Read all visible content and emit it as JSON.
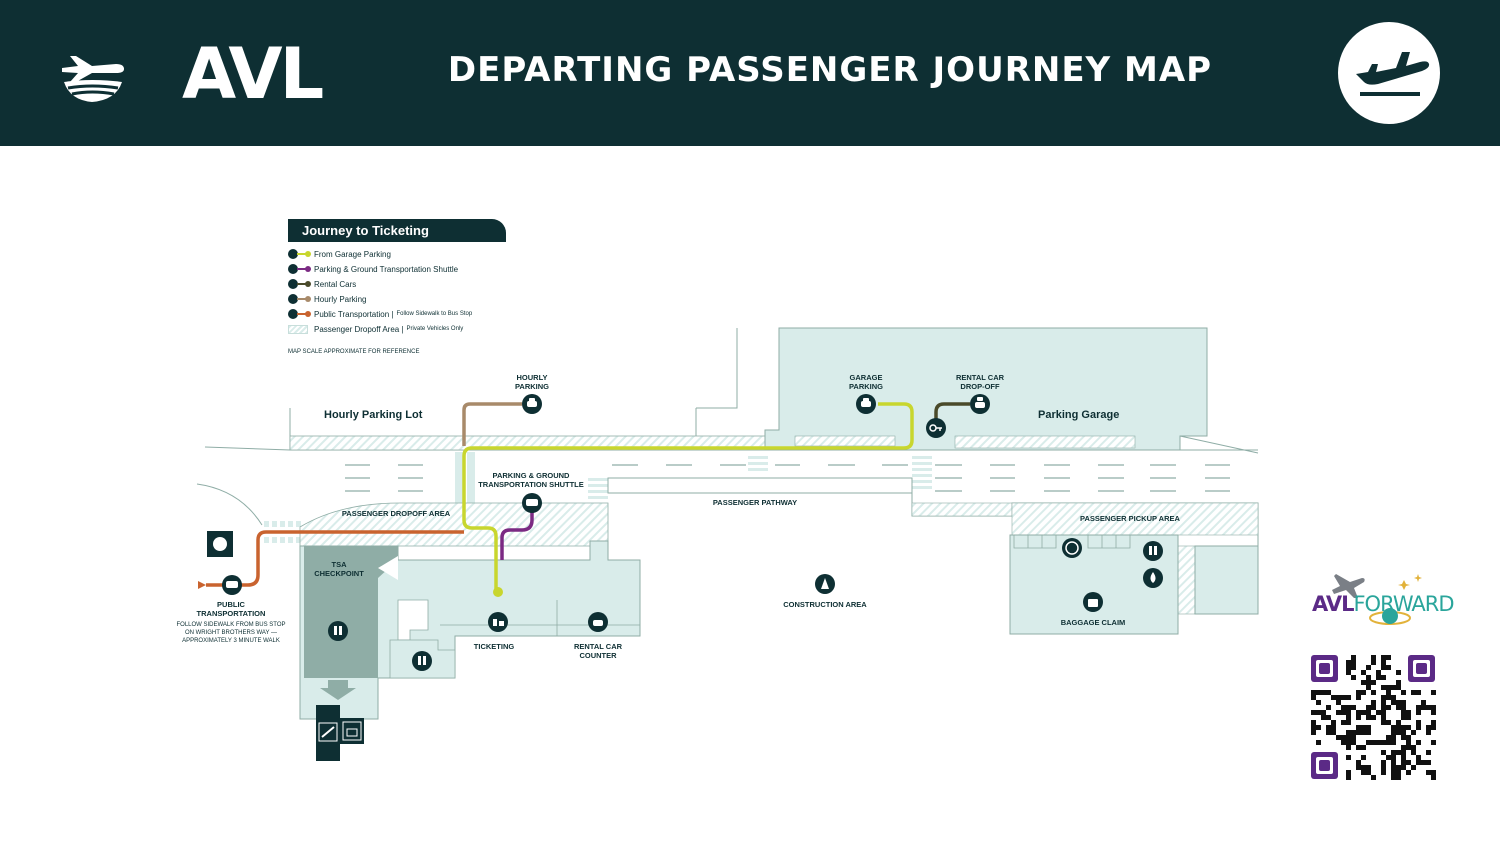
{
  "header": {
    "logo_text": "AVL",
    "title": "DEPARTING PASSENGER JOURNEY MAP",
    "badge_icon": "airplane-departing-icon"
  },
  "legend": {
    "title": "Journey to Ticketing",
    "items": [
      {
        "label": "From Garage Parking",
        "note": "",
        "color": "#c8d62e",
        "icon": "car-icon"
      },
      {
        "label": "Parking & Ground Transportation Shuttle",
        "note": "",
        "color": "#7b2a83",
        "icon": "shuttle-icon"
      },
      {
        "label": "Rental Cars",
        "note": "",
        "color": "#4a4a2a",
        "icon": "rental-car-icon"
      },
      {
        "label": "Hourly Parking",
        "note": "",
        "color": "#a88a6a",
        "icon": "car-icon"
      },
      {
        "label": "Public Transportation |",
        "note": "Follow Sidewalk to Bus Stop",
        "color": "#c9632f",
        "icon": "bus-icon"
      },
      {
        "label": "Passenger Dropoff Area |",
        "note": "Private Vehicles Only",
        "color": "#d9ecea",
        "icon": "hatch"
      }
    ],
    "scale_note": "MAP SCALE APPROXIMATE FOR REFERENCE"
  },
  "map": {
    "hourly_parking_lot": "Hourly Parking Lot",
    "parking_garage": "Parking Garage",
    "hourly_parking": [
      "HOURLY",
      "PARKING"
    ],
    "garage_parking": [
      "GARAGE",
      "PARKING"
    ],
    "rental_car_dropoff": [
      "RENTAL CAR",
      "DROP-OFF"
    ],
    "shuttle": [
      "PARKING & GROUND",
      "TRANSPORTATION SHUTTLE"
    ],
    "passenger_pathway": "PASSENGER PATHWAY",
    "passenger_dropoff_area": "PASSENGER DROPOFF AREA",
    "passenger_pickup_area": "PASSENGER PICKUP AREA",
    "tsa_checkpoint": [
      "TSA",
      "CHECKPOINT"
    ],
    "public_transportation": [
      "PUBLIC",
      "TRANSPORTATION"
    ],
    "public_transportation_note": [
      "FOLLOW SIDEWALK FROM BUS STOP",
      "ON WRIGHT BROTHERS WAY —",
      "APPROXIMATELY 3 MINUTE WALK"
    ],
    "construction_area": "CONSTRUCTION AREA",
    "baggage_claim": "BAGGAGE CLAIM",
    "ticketing": "TICKETING",
    "rental_car_counter": [
      "RENTAL CAR",
      "COUNTER"
    ]
  },
  "forward": {
    "part1": "AVL",
    "part2": "FORWARD"
  },
  "colors": {
    "navy": "#0e2f33",
    "garage": "#c8d62e",
    "shuttle": "#7b2a83",
    "rental": "#4a4a2a",
    "hourly": "#a88a6a",
    "public": "#c9632f",
    "building": "#d9ecea",
    "tsa": "#8fada6"
  }
}
